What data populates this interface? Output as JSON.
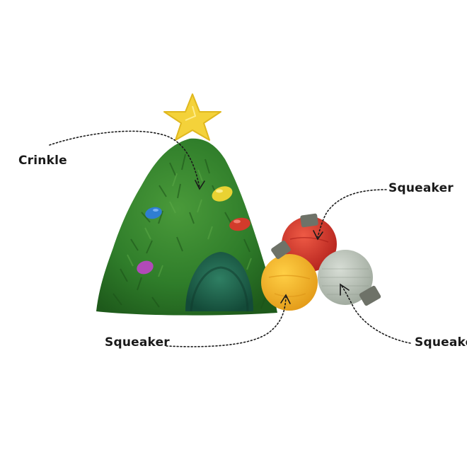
{
  "labels": {
    "crinkle": "Crinkle",
    "squeaker_red": "Squeaker",
    "squeaker_yellow": "Squeaker",
    "squeaker_grey": "Squeake"
  },
  "colors": {
    "tree": "#2f7d2a",
    "tree_dark": "#1f5c1c",
    "star": "#f4d23a",
    "ornament_red": "#d8352d",
    "ornament_yellow": "#f2b429",
    "ornament_grey": "#b9c2b8",
    "cap": "#6e7268",
    "label_text": "#1a1a1a"
  }
}
